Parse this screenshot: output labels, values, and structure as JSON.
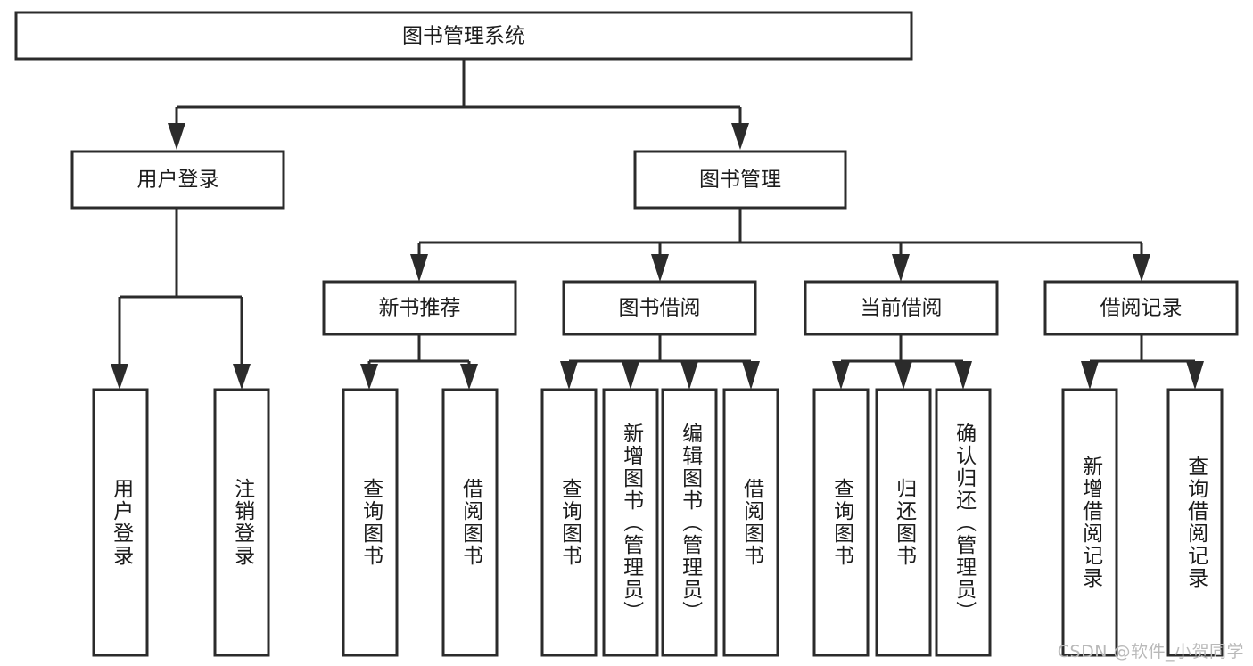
{
  "diagram": {
    "type": "tree-hierarchy-diagram",
    "title": "图书管理系统",
    "watermark": "CSDN @软件_小贺同学",
    "colors": {
      "background": "#ffffff",
      "stroke": "#2b2b2b",
      "box_fill": "#ffffff",
      "text": "#1c1c1c",
      "watermark_text": "#b9b9b9"
    },
    "levels": {
      "root": {
        "label": "图书管理系统"
      },
      "level2": [
        {
          "label": "用户登录"
        },
        {
          "label": "图书管理"
        }
      ],
      "level3": [
        {
          "label": "新书推荐"
        },
        {
          "label": "图书借阅"
        },
        {
          "label": "当前借阅"
        },
        {
          "label": "借阅记录"
        }
      ],
      "leaves": {
        "user_login": [
          {
            "label": "用户登录"
          },
          {
            "label": "注销登录"
          }
        ],
        "new_book_recommend": [
          {
            "label": "查询图书"
          },
          {
            "label": "借阅图书"
          }
        ],
        "book_borrow": [
          {
            "label": "查询图书"
          },
          {
            "label": "新增图书（管理员）"
          },
          {
            "label": "编辑图书（管理员）"
          },
          {
            "label": "借阅图书"
          }
        ],
        "current_borrow": [
          {
            "label": "查询图书"
          },
          {
            "label": "归还图书"
          },
          {
            "label": "确认归还（管理员）"
          }
        ],
        "borrow_record": [
          {
            "label": "新增借阅记录"
          },
          {
            "label": "查询借阅记录"
          }
        ]
      }
    }
  }
}
